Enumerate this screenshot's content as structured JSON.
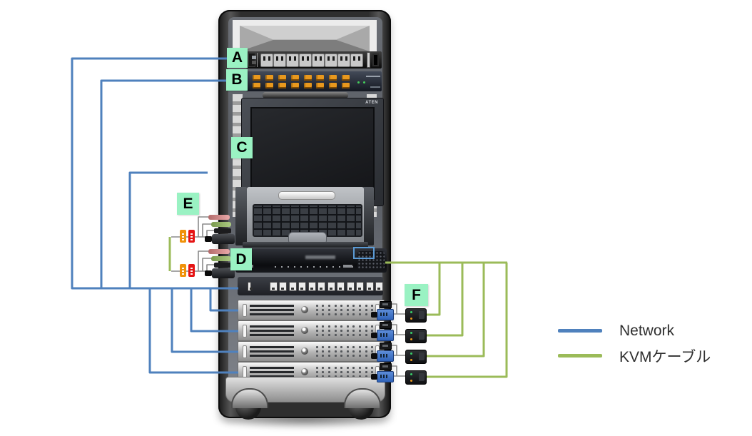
{
  "colors": {
    "network_line": "#4f81bd",
    "kvm_line": "#9bbb59",
    "label_bg": "#9af2c3",
    "tag_orange": "#f0920a",
    "tag_red": "#e51414",
    "vga_blue": "#2f62b8",
    "port_orange": "#e8981e"
  },
  "labels": {
    "a": "A",
    "b": "B",
    "c": "C",
    "d": "D",
    "e": "E",
    "f": "F"
  },
  "legend": {
    "items": [
      {
        "label": "Network",
        "color": "#4f81bd"
      },
      {
        "label": "KVMケーブル",
        "color": "#9bbb59"
      }
    ]
  },
  "rack": {
    "monitor_brand": "ATEN",
    "pdu_outlet_count": 8,
    "switch_port_count": 16,
    "patch_port_count": 12,
    "kvm_led_count": 16,
    "server_count": 4,
    "dongle_count": 4
  }
}
